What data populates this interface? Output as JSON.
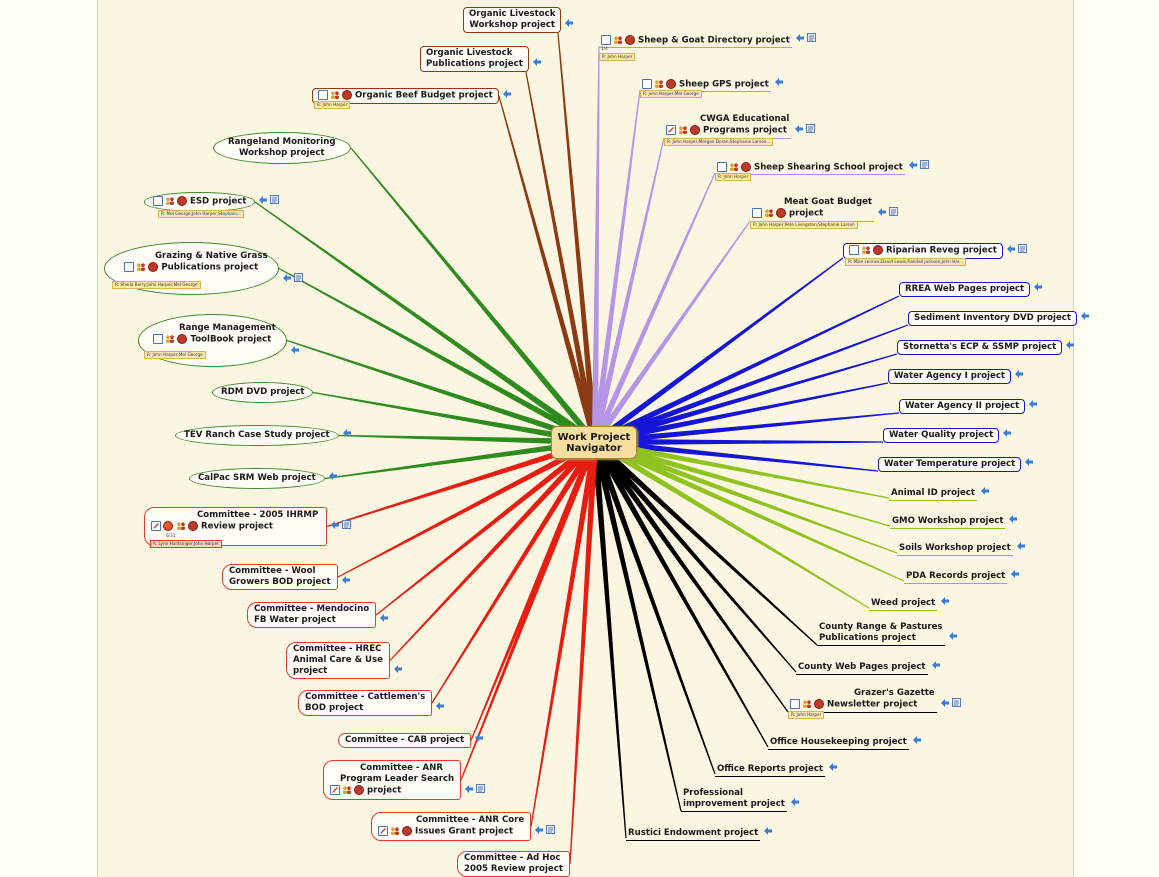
{
  "center": {
    "line1": "Work Project",
    "line2": "Navigator"
  },
  "colors": {
    "brown": "#8b3a12",
    "lavender": "#b495e6",
    "blue": "#1515d9",
    "green": "#2e8b1e",
    "lime": "#8fc31f",
    "red": "#e81d12",
    "black": "#000000",
    "center_fill": "#f6dda0"
  },
  "icons": {
    "link_arrow": "link-arrow-icon",
    "note": "note-icon",
    "checkbox": "checkbox-icon",
    "people": "people-icon",
    "priority": "priority-icon",
    "pencil": "pencil-icon"
  },
  "topics": {
    "organic_livestock_workshop": {
      "l1": "Organic Livestock",
      "l2": "Workshop project"
    },
    "organic_livestock_publications": {
      "l1": "Organic Livestock",
      "l2": "Publications project"
    },
    "organic_beef_budget": {
      "l1": "Organic Beef Budget project",
      "res": "R: John Harper"
    },
    "sheep_goat_directory": {
      "l1": "Sheep & Goat Directory project",
      "date": "1/4",
      "res": "R: John Harper"
    },
    "sheep_gps": {
      "l1": "Sheep GPS project",
      "res": "R: John Harper;Mel George"
    },
    "cwga_educational": {
      "l1": "CWGA Educational",
      "l2": "Programs project",
      "res": "R: John Harper;Morgan Doran;Stephanie Larson..."
    },
    "sheep_shearing": {
      "l1": "Sheep Shearing School project",
      "res": "R: John Harper"
    },
    "meat_goat_budget": {
      "l1": "Meat Goat Budget",
      "l2": "project",
      "res": "R: John Harper;Pete Livingston;Stephanie Larson"
    },
    "riparian_reveg": {
      "l1": "Riparian Reveg project",
      "res": "R: Mike Lennox;David Lewis;Randall Jackson;John Har..."
    },
    "rrea_web_pages": {
      "l1": "RREA Web Pages project"
    },
    "sediment_inventory": {
      "l1": "Sediment Inventory DVD project"
    },
    "stornetta": {
      "l1": "Stornetta's ECP & SSMP project"
    },
    "water_agency_1": {
      "l1": "Water Agency I project"
    },
    "water_agency_2": {
      "l1": "Water Agency II project"
    },
    "water_quality": {
      "l1": "Water Quality project"
    },
    "water_temperature": {
      "l1": "Water Temperature project"
    },
    "animal_id": {
      "l1": "Animal ID project"
    },
    "gmo_workshop": {
      "l1": "GMO Workshop project"
    },
    "soils_workshop": {
      "l1": "Soils Workshop project"
    },
    "pda_records": {
      "l1": "PDA Records project"
    },
    "weed": {
      "l1": "Weed project"
    },
    "county_range_pastures": {
      "l1": "County Range & Pastures",
      "l2": "Publications project"
    },
    "county_web_pages": {
      "l1": "County Web Pages project"
    },
    "grazers_gazette": {
      "l1": "Grazer's Gazette",
      "l2": "Newsletter project",
      "res": "R: John Harper"
    },
    "office_housekeeping": {
      "l1": "Office Housekeeping project"
    },
    "office_reports": {
      "l1": "Office Reports project"
    },
    "professional_improvement": {
      "l1": "Professional",
      "l2": "improvement project"
    },
    "rustici_endowment": {
      "l1": "Rustici Endowment project"
    },
    "rangeland_monitoring": {
      "l1": "Rangeland Monitoring",
      "l2": "Workshop project"
    },
    "esd": {
      "l1": "ESD project",
      "res": "R: Mel George;John Harper;Stephani..."
    },
    "grazing_native_grass": {
      "l1": "Grazing & Native Grass",
      "l2": "Publications project",
      "res": "R: Sheila Barry;John Harper;Mel George"
    },
    "range_management_toolbook": {
      "l1": "Range Management",
      "l2": "ToolBook project",
      "res": "R: John Harper;Mel George"
    },
    "rdm_dvd": {
      "l1": "RDM DVD project"
    },
    "tev_ranch": {
      "l1": "TEV Ranch Case Study project"
    },
    "calpac_srm": {
      "l1": "CalPac SRM Web project"
    },
    "committee_ihrmp": {
      "l1": "Committee - 2005 IHRMP",
      "l2": "Review project",
      "date": "6/31",
      "res": "R: Lynn Huntsinger;John Harper"
    },
    "committee_wool": {
      "l1": "Committee - Wool",
      "l2": "Growers BOD project"
    },
    "committee_mendocino": {
      "l1": "Committee - Mendocino",
      "l2": "FB Water project"
    },
    "committee_hrec": {
      "l1": "Committee - HREC",
      "l2": "Animal Care & Use",
      "l3": "project"
    },
    "committee_cattlemens": {
      "l1": "Committee - Cattlemen's",
      "l2": "BOD project"
    },
    "committee_cab": {
      "l1": "Committee - CAB project"
    },
    "committee_anr_search": {
      "l1": "Committee - ANR",
      "l2": "Program Leader Search",
      "l3": "project"
    },
    "committee_anr_core": {
      "l1": "Committee - ANR Core",
      "l2": "Issues Grant project"
    },
    "committee_adhoc": {
      "l1": "Committee - Ad Hoc",
      "l2": "2005 Review project"
    }
  }
}
